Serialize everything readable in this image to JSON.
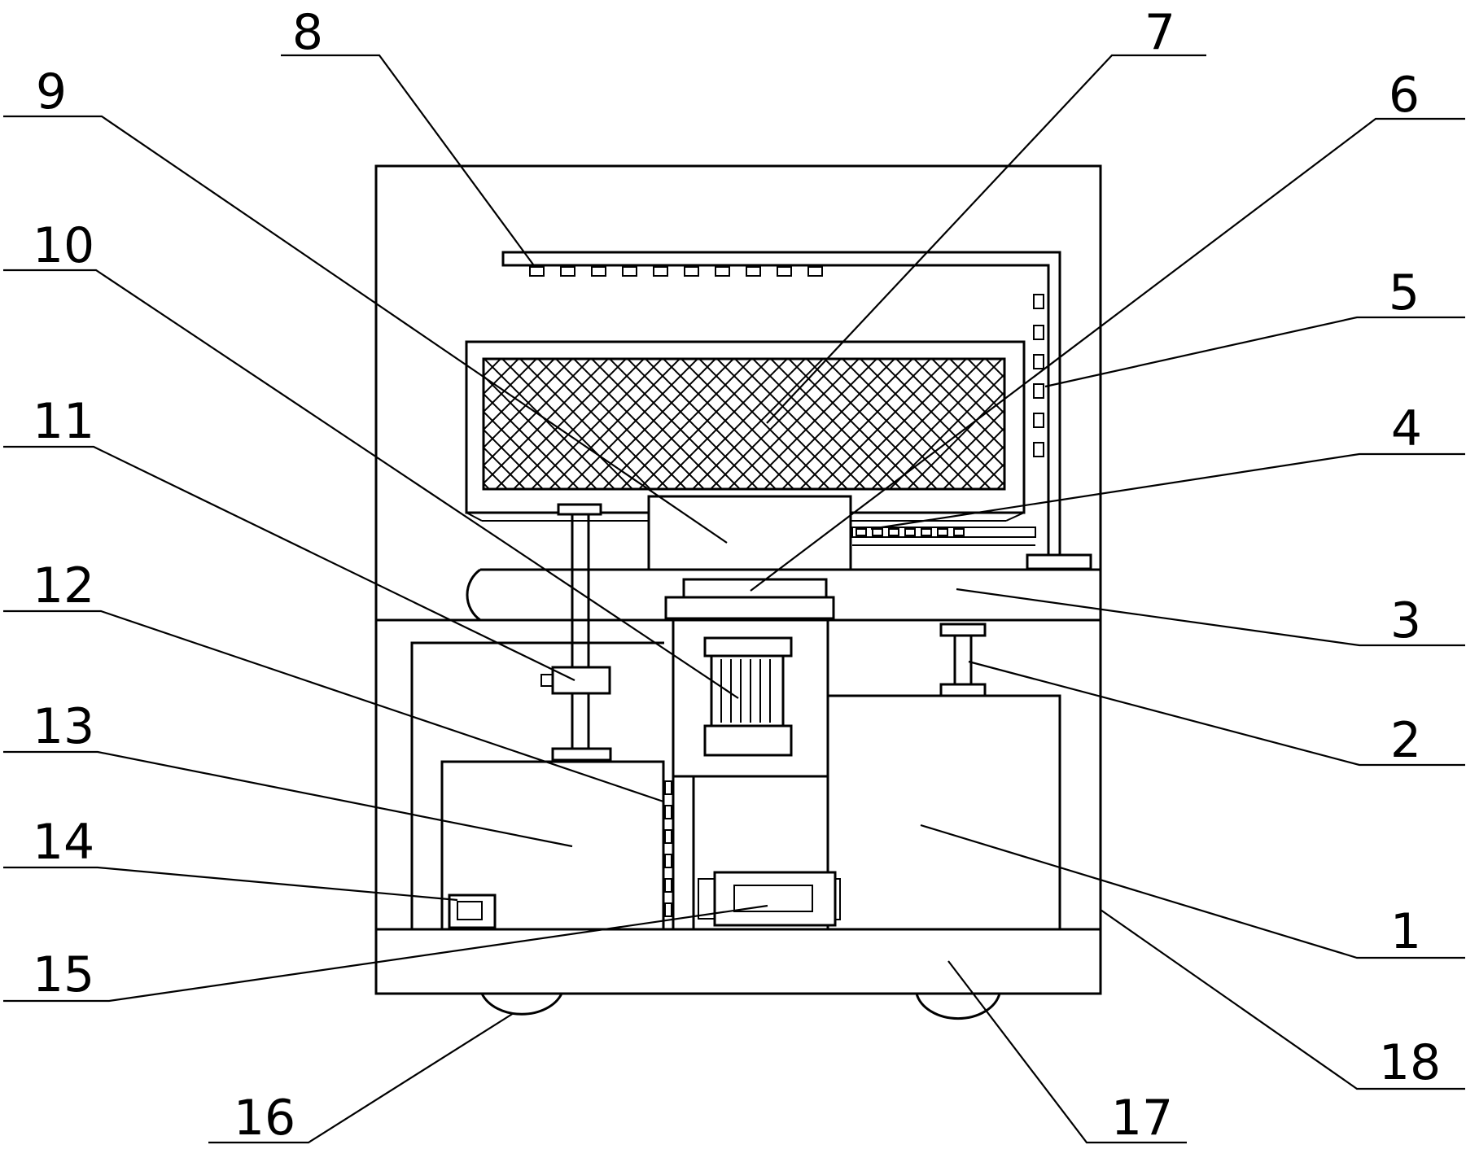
{
  "figure": {
    "callouts": [
      {
        "id": "c8",
        "label": "8"
      },
      {
        "id": "c7",
        "label": "7"
      },
      {
        "id": "c9",
        "label": "9"
      },
      {
        "id": "c6",
        "label": "6"
      },
      {
        "id": "c10",
        "label": "10"
      },
      {
        "id": "c5",
        "label": "5"
      },
      {
        "id": "c11",
        "label": "11"
      },
      {
        "id": "c4",
        "label": "4"
      },
      {
        "id": "c12",
        "label": "12"
      },
      {
        "id": "c3",
        "label": "3"
      },
      {
        "id": "c13",
        "label": "13"
      },
      {
        "id": "c2",
        "label": "2"
      },
      {
        "id": "c14",
        "label": "14"
      },
      {
        "id": "c1",
        "label": "1"
      },
      {
        "id": "c15",
        "label": "15"
      },
      {
        "id": "c18",
        "label": "18"
      },
      {
        "id": "c16",
        "label": "16"
      },
      {
        "id": "c17",
        "label": "17"
      }
    ]
  }
}
